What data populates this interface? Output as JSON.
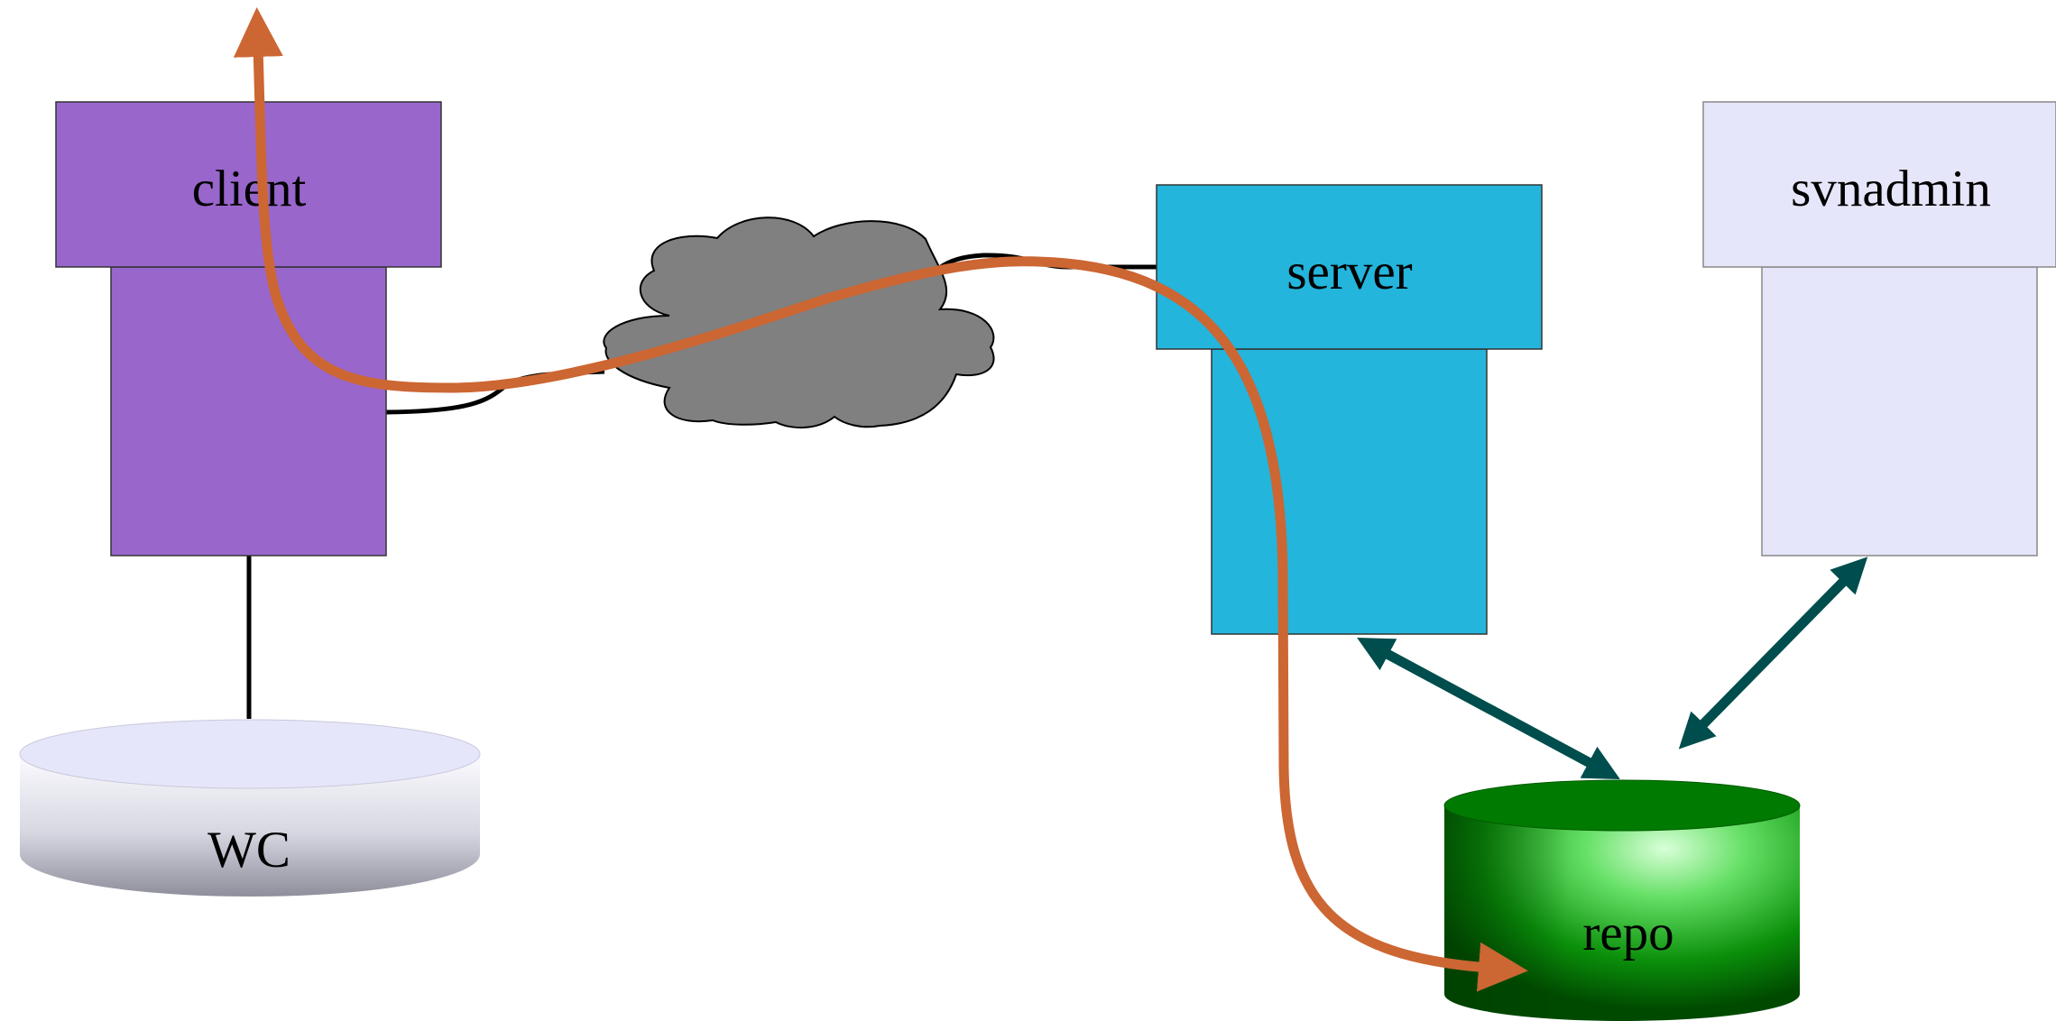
{
  "nodes": {
    "client": {
      "label": "client",
      "color": "#9966cc"
    },
    "server": {
      "label": "server",
      "color": "#23b5db"
    },
    "svnadmin": {
      "label": "svnadmin",
      "color": "#e6e6fa",
      "border": "#888888"
    },
    "wc": {
      "label": "WC",
      "color": "#e6e6fa"
    },
    "repo": {
      "label": "repo",
      "color": "#007a00"
    },
    "network": {
      "icon": "cloud-icon",
      "color": "#808080"
    }
  },
  "colors": {
    "flow_path": "#cc6633",
    "repo_access_arrow": "#004d4d",
    "connector": "#000000"
  }
}
